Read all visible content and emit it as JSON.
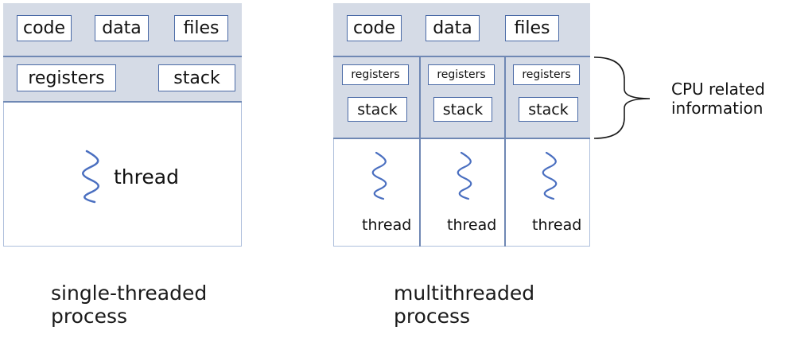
{
  "single": {
    "code": "code",
    "data": "data",
    "files": "files",
    "registers": "registers",
    "stack": "stack",
    "thread": "thread",
    "caption_line1": "single-threaded",
    "caption_line2": "process"
  },
  "multi": {
    "code": "code",
    "data": "data",
    "files": "files",
    "threads": [
      {
        "registers": "registers",
        "stack": "stack",
        "thread": "thread"
      },
      {
        "registers": "registers",
        "stack": "stack",
        "thread": "thread"
      },
      {
        "registers": "registers",
        "stack": "stack",
        "thread": "thread"
      }
    ],
    "caption_line1": "multithreaded",
    "caption_line2": "process"
  },
  "annotation": {
    "line1": "CPU related",
    "line2": "information"
  },
  "colors": {
    "shared_fill": "#d5dbe6",
    "box_border": "#4a6aa6",
    "thread_wave": "#4a6fc0"
  }
}
